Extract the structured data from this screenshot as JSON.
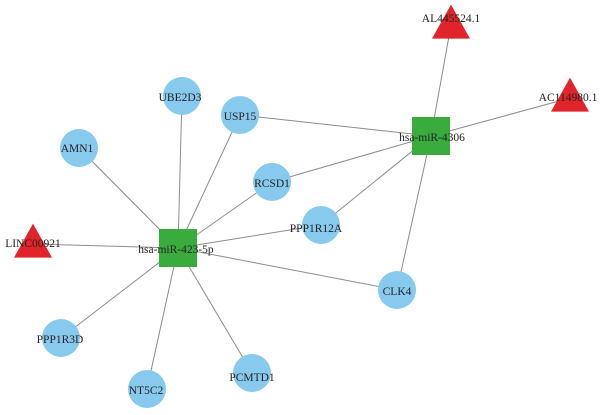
{
  "colors": {
    "mirna": "#3aac3e",
    "mrna": "#88c9ee",
    "lncrna": "#e1242b",
    "edge": "#8c8c8c"
  },
  "nodes": [
    {
      "id": "mir423",
      "label": "hsa-miR-423-5p",
      "shape": "square",
      "type": "mirna"
    },
    {
      "id": "mir4306",
      "label": "hsa-miR-4306",
      "shape": "square",
      "type": "mirna"
    },
    {
      "id": "al445524",
      "label": "AL445524.1",
      "shape": "triangle",
      "type": "lncrna"
    },
    {
      "id": "ac114980",
      "label": "AC114980.1",
      "shape": "triangle",
      "type": "lncrna"
    },
    {
      "id": "linc00921",
      "label": "LINC00921",
      "shape": "triangle",
      "type": "lncrna"
    },
    {
      "id": "ube2d3",
      "label": "UBE2D3",
      "shape": "circle",
      "type": "mrna"
    },
    {
      "id": "usp15",
      "label": "USP15",
      "shape": "circle",
      "type": "mrna"
    },
    {
      "id": "amn1",
      "label": "AMN1",
      "shape": "circle",
      "type": "mrna"
    },
    {
      "id": "rcsd1",
      "label": "RCSD1",
      "shape": "circle",
      "type": "mrna"
    },
    {
      "id": "ppp1r12a",
      "label": "PPP1R12A",
      "shape": "circle",
      "type": "mrna"
    },
    {
      "id": "clk4",
      "label": "CLK4",
      "shape": "circle",
      "type": "mrna"
    },
    {
      "id": "ppp1r3d",
      "label": "PPP1R3D",
      "shape": "circle",
      "type": "mrna"
    },
    {
      "id": "nt5c2",
      "label": "NT5C2",
      "shape": "circle",
      "type": "mrna"
    },
    {
      "id": "pcmtd1",
      "label": "PCMTD1",
      "shape": "circle",
      "type": "mrna"
    }
  ],
  "edges": [
    {
      "source": "mir4306",
      "target": "al445524"
    },
    {
      "source": "mir4306",
      "target": "ac114980"
    },
    {
      "source": "mir4306",
      "target": "usp15"
    },
    {
      "source": "mir4306",
      "target": "rcsd1"
    },
    {
      "source": "mir4306",
      "target": "ppp1r12a"
    },
    {
      "source": "mir4306",
      "target": "clk4"
    },
    {
      "source": "mir423",
      "target": "ube2d3"
    },
    {
      "source": "mir423",
      "target": "usp15"
    },
    {
      "source": "mir423",
      "target": "amn1"
    },
    {
      "source": "mir423",
      "target": "rcsd1"
    },
    {
      "source": "mir423",
      "target": "ppp1r12a"
    },
    {
      "source": "mir423",
      "target": "clk4"
    },
    {
      "source": "mir423",
      "target": "linc00921"
    },
    {
      "source": "mir423",
      "target": "ppp1r3d"
    },
    {
      "source": "mir423",
      "target": "nt5c2"
    },
    {
      "source": "mir423",
      "target": "pcmtd1"
    }
  ]
}
